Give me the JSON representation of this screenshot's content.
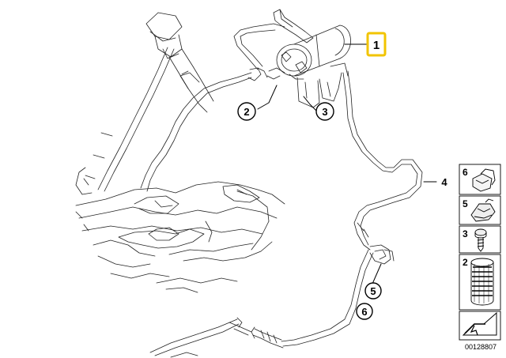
{
  "diagram": {
    "callouts": {
      "c1": "1",
      "c2": "2",
      "c3": "3",
      "c4": "4",
      "c5": "5",
      "c6": "6"
    },
    "legend": {
      "l6": "6",
      "l5": "5",
      "l3": "3",
      "l2": "2"
    },
    "doc_number": "00128807",
    "colors": {
      "highlight_border": "#f2c400",
      "line": "#111111"
    }
  }
}
